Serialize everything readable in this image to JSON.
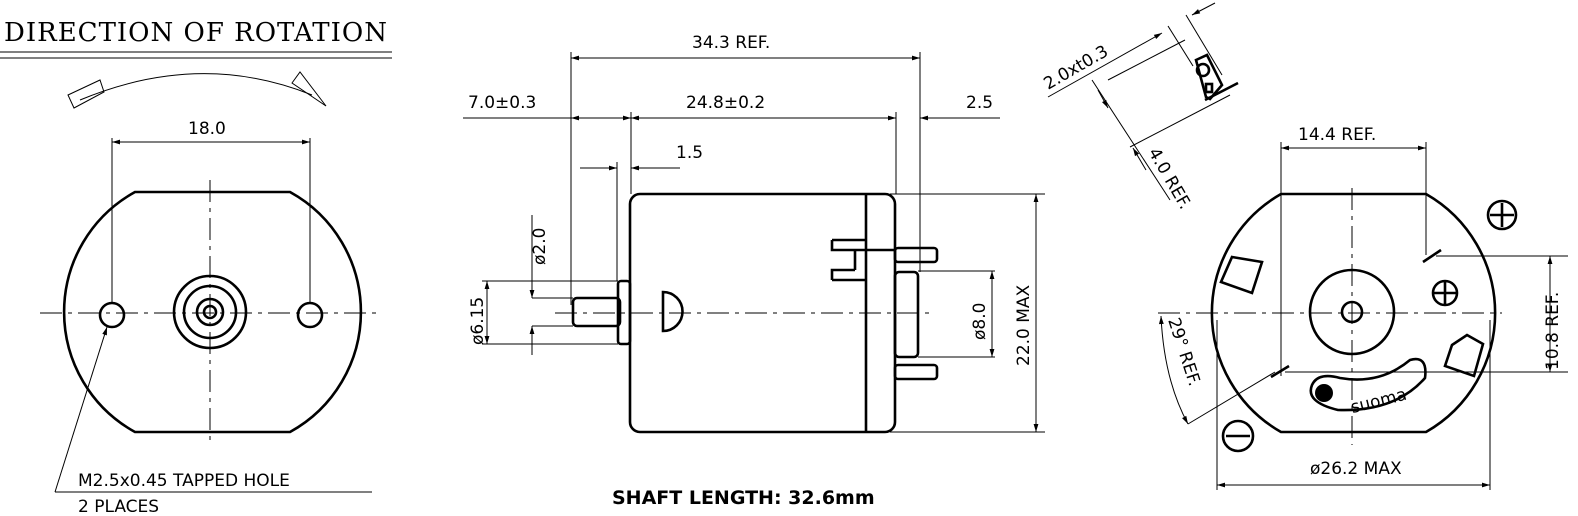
{
  "title": "DIRECTION OF ROTATION",
  "front_view": {
    "width_dim": "18.0",
    "hole_note_line1": "M2.5x0.45 TAPPED HOLE",
    "hole_note_line2": "2 PLACES"
  },
  "side_view": {
    "overall_dim": "34.3 REF.",
    "shaft_ext_dim": "7.0±0.3",
    "body_dim": "24.8±0.2",
    "terminal_dim": "2.5",
    "flange_dim": "1.5",
    "shaft_dia": "ø2.0",
    "flange_dia": "ø6.15",
    "bushing_dia": "ø8.0",
    "body_dia": "22.0 MAX",
    "shaft_length_note": "SHAFT LENGTH: 32.6mm"
  },
  "terminal_detail": {
    "terminal_size": "2.0xt0.3",
    "terminal_length": "4.0 REF."
  },
  "rear_view": {
    "flat_width": "14.4 REF.",
    "terminal_spacing": "10.8 REF.",
    "angle": "29° REF.",
    "diameter": "ø26.2 MAX",
    "logo": "suoma",
    "plus_symbol": "+",
    "minus_symbol": "−"
  }
}
